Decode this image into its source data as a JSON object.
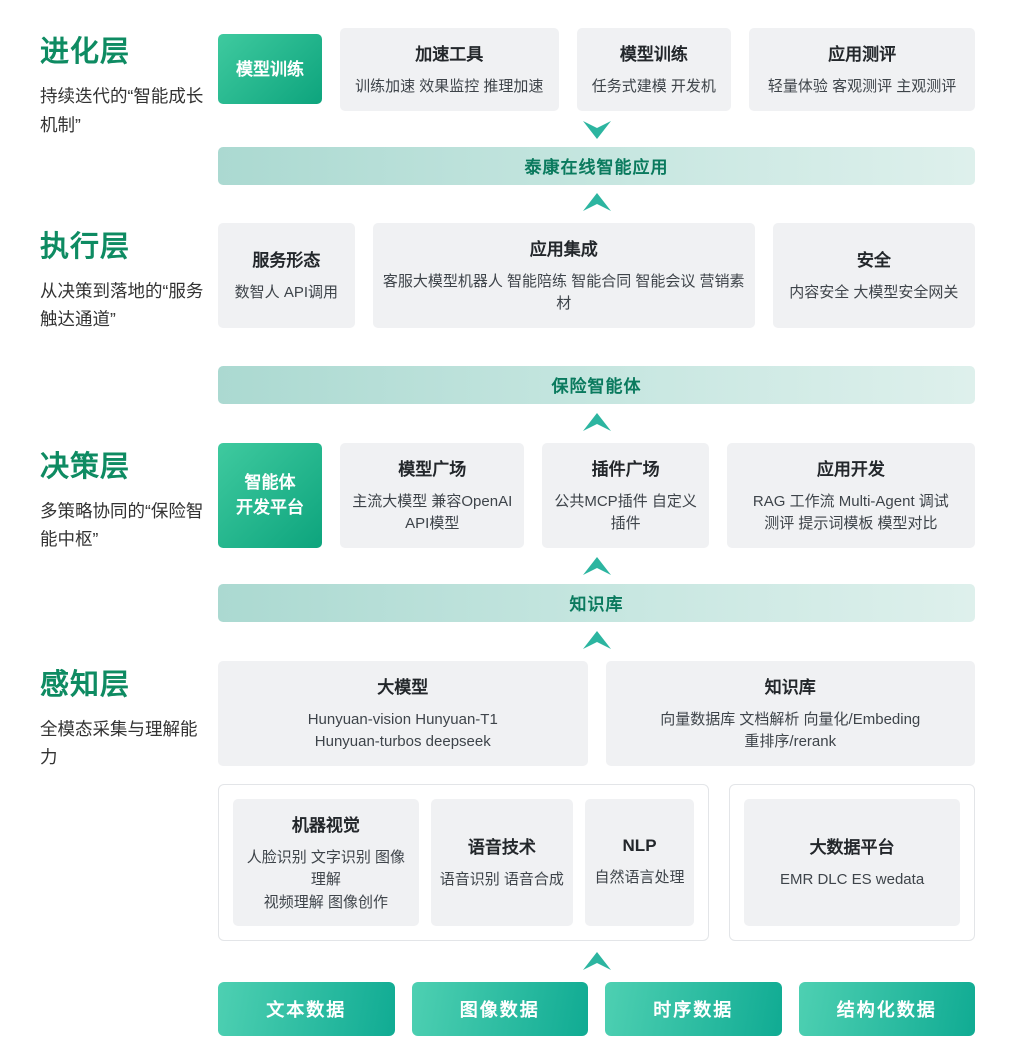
{
  "brand_colors": {
    "layer_title_green": "#0e8b62",
    "accent_teal": "#2cb5a0",
    "card_gray": "#f0f1f3",
    "highlight_gradient_start": "#3fca9f",
    "highlight_gradient_end": "#0da47d",
    "banner_teal": "#c8e7e1",
    "banner_text": "#0a7a5e"
  },
  "layers": {
    "evolution": {
      "title": "进化层",
      "subtitle": "持续迭代的“智能成长机制”",
      "highlight": "模型训练",
      "cards": [
        {
          "title": "加速工具",
          "items": "训练加速  效果监控  推理加速"
        },
        {
          "title": "模型训练",
          "items": "任务式建模  开发机"
        },
        {
          "title": "应用测评",
          "items": "轻量体验  客观测评  主观测评"
        }
      ],
      "banner": "泰康在线智能应用"
    },
    "execution": {
      "title": "执行层",
      "subtitle": "从决策到落地的“服务触达通道”",
      "cards": [
        {
          "title": "服务形态",
          "items": "数智人  API调用"
        },
        {
          "title": "应用集成",
          "items": "客服大模型机器人  智能陪练  智能合同  智能会议  营销素材"
        },
        {
          "title": "安全",
          "items": "内容安全  大模型安全网关"
        }
      ],
      "banner": "保险智能体"
    },
    "decision": {
      "title": "决策层",
      "subtitle": "多策略协同的“保险智能中枢”",
      "highlight": "智能体\n开发平台",
      "cards": [
        {
          "title": "模型广场",
          "items": "主流大模型   兼容OpenAI\nAPI模型"
        },
        {
          "title": "插件广场",
          "items": "公共MCP插件  自定义插件"
        },
        {
          "title": "应用开发",
          "items": "RAG  工作流  Multi-Agent  调试\n测评  提示词模板  模型对比"
        }
      ],
      "banner": "知识库"
    },
    "perception": {
      "title": "感知层",
      "subtitle": "全模态采集与理解能力",
      "model_cards": [
        {
          "title": "大模型",
          "items": "Hunyuan-vision Hunyuan-T1\nHunyuan-turbos deepseek"
        },
        {
          "title": "知识库",
          "items": "向量数据库  文档解析  向量化/Embeding\n重排序/rerank"
        }
      ],
      "capability_cards": [
        {
          "title": "机器视觉",
          "items": "人脸识别 文字识别 图像理解\n视频理解 图像创作"
        },
        {
          "title": "语音技术",
          "items": "语音识别  语音合成"
        },
        {
          "title": "NLP",
          "items": "自然语言处理"
        }
      ],
      "bigdata_card": {
        "title": "大数据平台",
        "items": "EMR DLC ES wedata"
      }
    }
  },
  "data_sources": [
    {
      "label": "文本数据"
    },
    {
      "label": "图像数据"
    },
    {
      "label": "时序数据"
    },
    {
      "label": "结构化数据"
    }
  ]
}
